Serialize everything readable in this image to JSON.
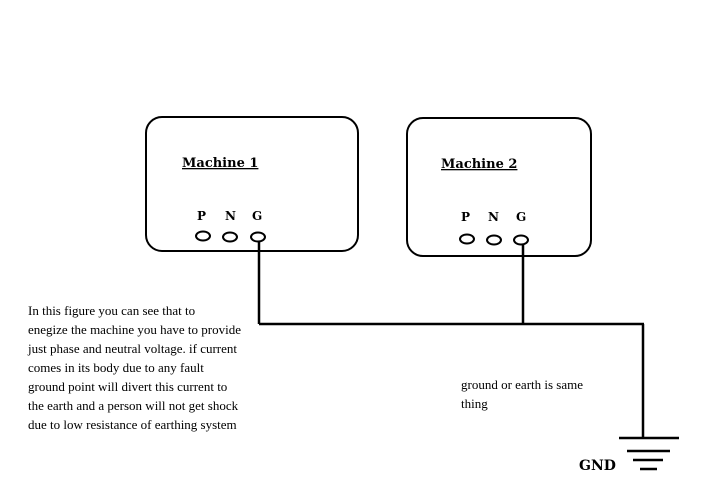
{
  "machines": [
    {
      "title": "Machine 1",
      "terminals": [
        "P",
        "N",
        "G"
      ]
    },
    {
      "title": "Machine 2",
      "terminals": [
        "P",
        "N",
        "G"
      ]
    }
  ],
  "ground_label": "GND",
  "notes": {
    "left": [
      "In this figure you can see that to",
      "enegize the machine you have to provide",
      "just phase and neutral voltage. if current",
      "comes in its body due to any fault",
      "ground point will divert this current to",
      "the earth and a person will not get shock",
      "due to low resistance of earthing system"
    ],
    "right": [
      "ground or earth is same",
      "thing"
    ]
  }
}
